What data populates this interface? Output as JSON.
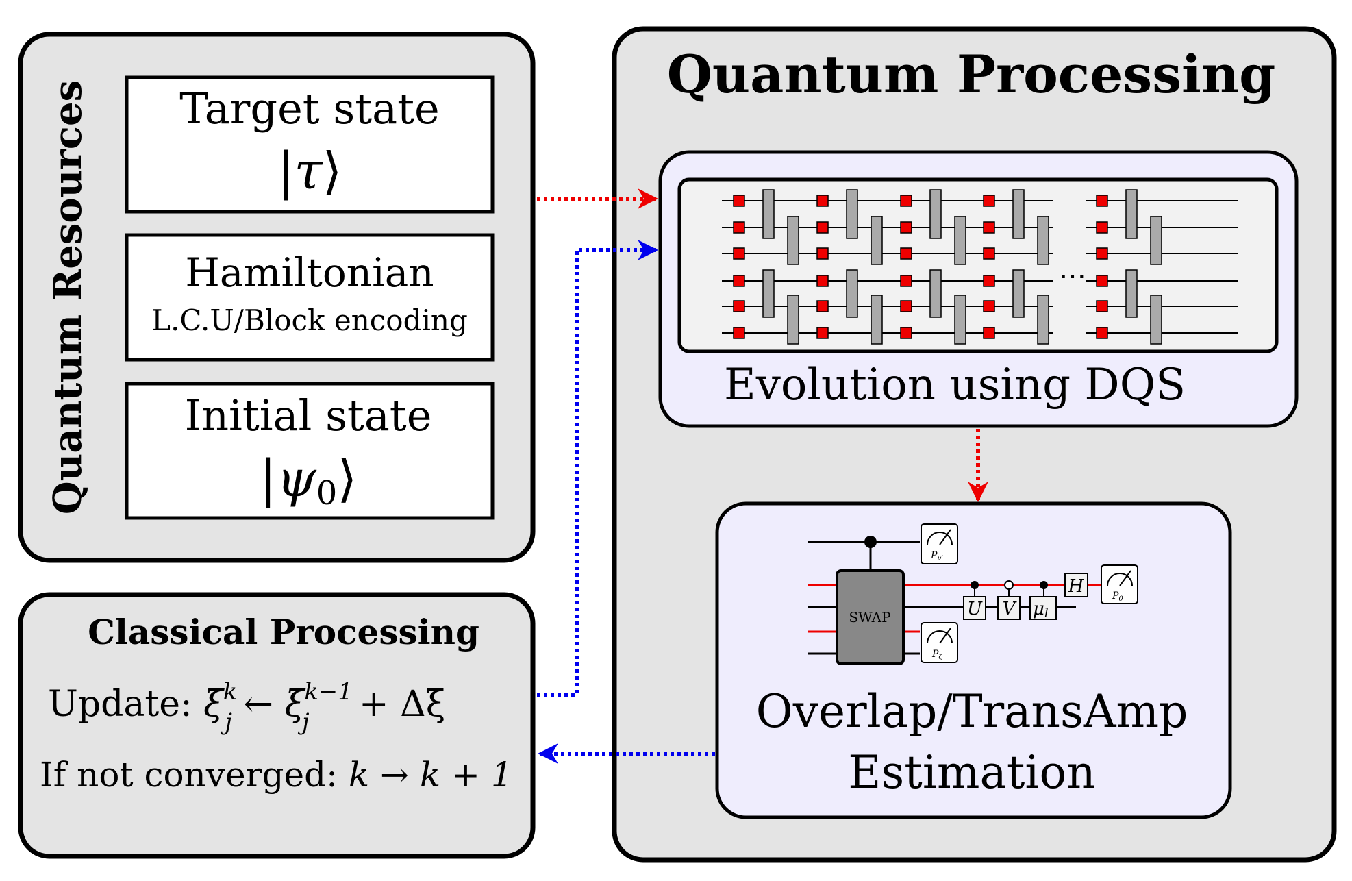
{
  "quantum_resources": {
    "title": "Quantum Resources",
    "target": {
      "label": "Target state",
      "ket": "τ"
    },
    "hamiltonian": {
      "label": "Hamiltonian",
      "sub": "L.C.U/Block encoding"
    },
    "initial": {
      "label": "Initial state",
      "ket": "ψ",
      "ket_sub": "0"
    }
  },
  "quantum_processing": {
    "title": "Quantum Processing",
    "evolution": {
      "label": "Evolution using DQS",
      "ellipsis": "⋯"
    },
    "overlap": {
      "line1": "Overlap/TransAmp",
      "line2": "Estimation",
      "swap": "SWAP",
      "gates": {
        "u": "U",
        "v": "V",
        "mu": "μ",
        "mu_sub": "l",
        "h": "H"
      },
      "meters": {
        "p_nu": "P",
        "p_nu_sub": "ν′",
        "p_zeta": "P",
        "p_zeta_sub": "ζ",
        "p_zero": "P",
        "p_zero_sub": "0"
      }
    }
  },
  "classical_processing": {
    "title": "Classical Processing",
    "update_prefix": "Update: ",
    "xi": "ξ",
    "j": "j",
    "k": "k",
    "arrow": " ← ",
    "k_minus_1": "k−1",
    "plus": " + Δξ",
    "converge_prefix": "If not converged: ",
    "converge_expr": "k → k + 1"
  },
  "colors": {
    "panel_gray": "#e4e4e4",
    "panel_lavender": "#efedfd",
    "circuit_bg": "#f2f2f2",
    "gate_red": "#ee0000",
    "gate_gray": "#aaaaaa",
    "arrow_red": "#ee0000",
    "arrow_blue": "#0000ee"
  }
}
